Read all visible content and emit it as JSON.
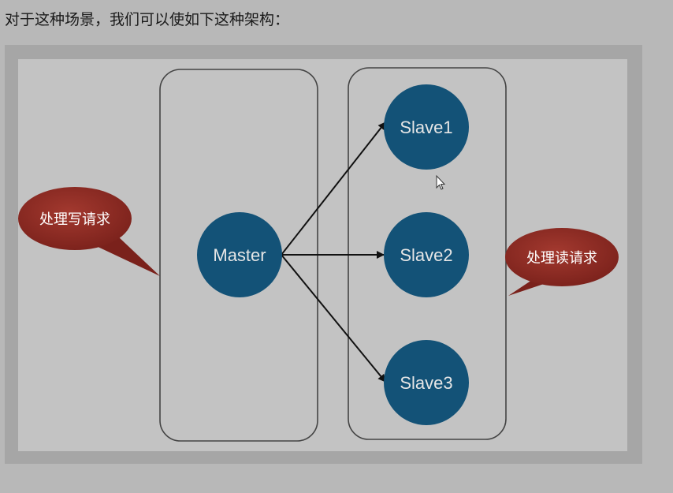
{
  "intro_text": "对于这种场景，我们可以使如下这种架构：",
  "diagram": {
    "master_label": "Master",
    "slaves": [
      "Slave1",
      "Slave2",
      "Slave3"
    ],
    "write_bubble": "处理写请求",
    "read_bubble": "处理读请求"
  },
  "colors": {
    "node_fill": "#135277",
    "bubble_fill": "#8e2a22",
    "group_border": "#444444"
  }
}
